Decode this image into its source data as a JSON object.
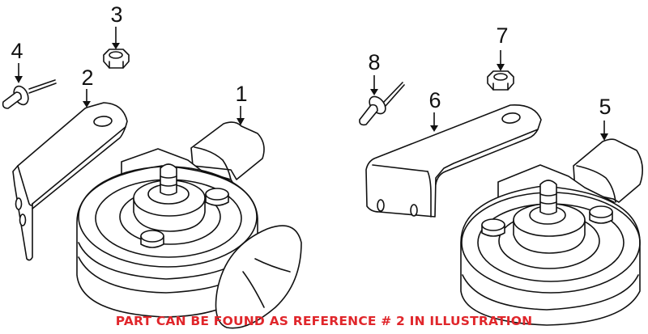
{
  "diagram": {
    "type": "exploded-parts-diagram",
    "callouts": [
      {
        "id": "1",
        "label": "1",
        "part": "horn (left)"
      },
      {
        "id": "2",
        "label": "2",
        "part": "bracket (left)"
      },
      {
        "id": "3",
        "label": "3",
        "part": "nut (left)"
      },
      {
        "id": "4",
        "label": "4",
        "part": "rivet (left)"
      },
      {
        "id": "5",
        "label": "5",
        "part": "horn (right)"
      },
      {
        "id": "6",
        "label": "6",
        "part": "bracket (right)"
      },
      {
        "id": "7",
        "label": "7",
        "part": "nut (right)"
      },
      {
        "id": "8",
        "label": "8",
        "part": "rivet (right)"
      }
    ],
    "line_color": "#111111",
    "background": "#ffffff"
  },
  "footer": {
    "note": "PART CAN BE FOUND AS REFERENCE # 2 IN ILLUSTRATION",
    "color": "#e0262b"
  }
}
